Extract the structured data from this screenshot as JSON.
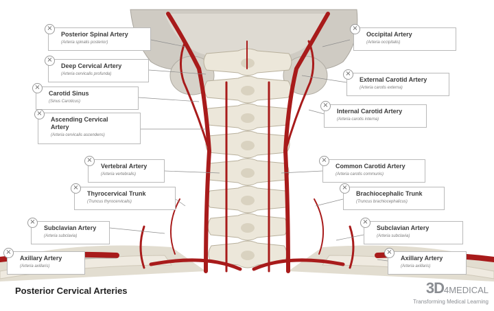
{
  "labels": [
    {
      "name": "Posterior Spinal Artery",
      "latin": "(Arteria spinalis posterior)"
    },
    {
      "name": "Deep Cervical Artery",
      "latin": "(Arteria cervicalis profunda)"
    },
    {
      "name": "Carotid Sinus",
      "latin": "(Sinus Caroticus)"
    },
    {
      "name": "Ascending Cervical Artery",
      "latin": "(Arteria cervicalis ascendens)"
    },
    {
      "name": "Vertebral Artery",
      "latin": "(Arteria vertebralis)"
    },
    {
      "name": "Thyrocervical Trunk",
      "latin": "(Truncus thyrocervicalis)"
    },
    {
      "name": "Subclavian Artery",
      "latin": "(Arteria subclavia)"
    },
    {
      "name": "Axillary Artery",
      "latin": "(Arteria axillaris)"
    },
    {
      "name": "Occipital Artery",
      "latin": "(Arteria occipitalis)"
    },
    {
      "name": "External Carotid Artery",
      "latin": "(Arteria carotis externa)"
    },
    {
      "name": "Internal Carotid Artery",
      "latin": "(Arteria carotis interna)"
    },
    {
      "name": "Common Carotid Artery",
      "latin": "(Arteria carotis communis)"
    },
    {
      "name": "Brachiocephalic Trunk",
      "latin": "(Truncus brachiocephalicus)"
    },
    {
      "name": "Subclavian Artery",
      "latin": "(Arteria subclavia)"
    },
    {
      "name": "Axillary Artery",
      "latin": "(Arteria axillaris)"
    }
  ],
  "close_glyph": "×",
  "footer": {
    "title": "Posterior Cervical Arteries",
    "brand_main": "3D",
    "brand_suffix": "4MEDICAL",
    "brand_tagline": "Transforming Medical Learning"
  },
  "colors": {
    "artery": "#a81b1b",
    "bone": "#e9e4d6",
    "skull": "#c9c5bd",
    "label_border": "#b9b9b9"
  }
}
